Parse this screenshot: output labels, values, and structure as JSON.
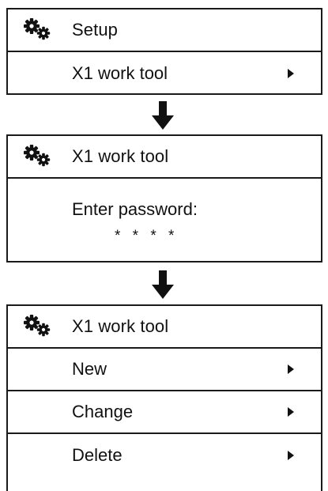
{
  "panel1": {
    "icon": "gears-icon",
    "title": "Setup",
    "items": [
      {
        "label": "X1 work tool",
        "icon": "arrow-right-icon"
      }
    ]
  },
  "panel2": {
    "icon": "gears-icon",
    "title": "X1 work tool",
    "prompt": "Enter password:",
    "password_value": "* * * *"
  },
  "panel3": {
    "icon": "gears-icon",
    "title": "X1 work tool",
    "items": [
      {
        "label": "New",
        "icon": "arrow-right-icon"
      },
      {
        "label": "Change",
        "icon": "arrow-right-icon"
      },
      {
        "label": "Delete",
        "icon": "arrow-right-icon"
      }
    ]
  },
  "flow_arrow_icon": "arrow-down-icon",
  "colors": {
    "line": "#1a1a1a",
    "text": "#111111",
    "background": "#ffffff"
  }
}
